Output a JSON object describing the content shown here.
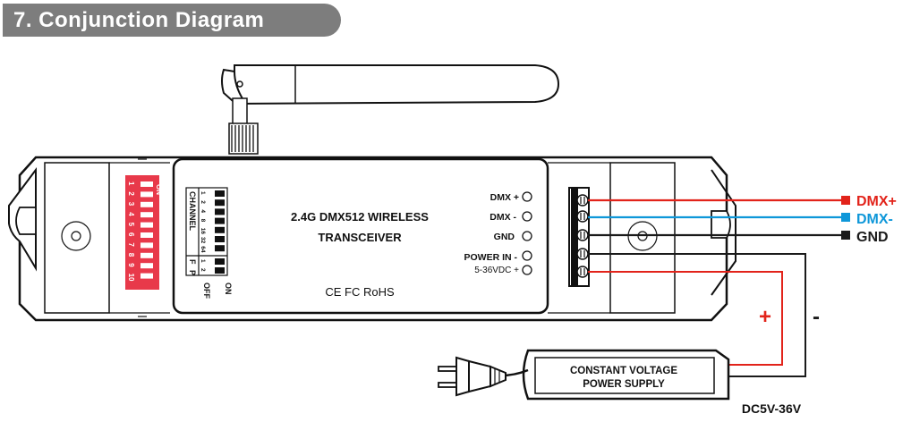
{
  "header": {
    "title": "7. Conjunction Diagram"
  },
  "device": {
    "line1": "2.4G DMX512 WIRELESS",
    "line2": "TRANSCEIVER",
    "certs": "CE FC RoHS",
    "terminals": [
      "DMX +",
      "DMX -",
      "GND",
      "POWER IN -",
      "5-36VDC +"
    ]
  },
  "left_dip": {
    "on_label": "ON",
    "numbers": [
      "1",
      "2",
      "3",
      "4",
      "5",
      "6",
      "7",
      "8",
      "9",
      "10"
    ]
  },
  "channel_dip": {
    "channel_label": "CHANNEL",
    "channel_values": [
      "1",
      "2",
      "4",
      "8",
      "16",
      "32",
      "64"
    ],
    "f_label": "F",
    "p_label": "P",
    "fp_values": [
      "1",
      "2"
    ],
    "on_label": "ON",
    "off_label": "OFF"
  },
  "outputs": [
    {
      "label": "DMX+",
      "color": "#e2231a"
    },
    {
      "label": "DMX-",
      "color": "#0e97d9"
    },
    {
      "label": "GND",
      "color": "#1a1a1a"
    }
  ],
  "power_supply": {
    "line1": "CONSTANT VOLTAGE",
    "line2": "POWER SUPPLY",
    "voltage": "DC5V-36V",
    "plus": "+",
    "minus": "-"
  },
  "colors": {
    "header_bg": "#7d7d7d",
    "dip_red": "#e8394a",
    "red": "#e2231a",
    "blue": "#0e97d9"
  }
}
